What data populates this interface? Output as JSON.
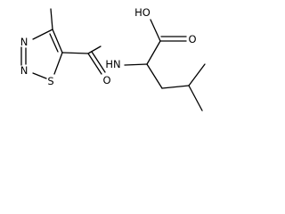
{
  "molecule": {
    "atoms": {
      "oh": "HO",
      "carbonyl_o_acid": "O",
      "amide_n": "HN",
      "ring_n3": "N",
      "ring_n2": "N",
      "ring_s": "S",
      "carbonyl_o_amide": "O"
    }
  }
}
